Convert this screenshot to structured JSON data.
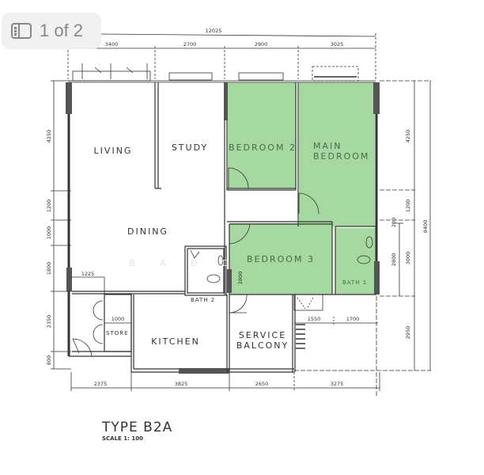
{
  "pager": {
    "icon": "sidebar-icon",
    "label": "1 of 2"
  },
  "plan": {
    "title": "TYPE B2A",
    "scale": "SCALE 1: 100",
    "watermark": "B A D D",
    "highlight_color": "#a6d9a0",
    "rooms": {
      "living": "LIVING",
      "study": "STUDY",
      "bedroom2": "BEDROOM 2",
      "main_bedroom_1": "MAIN",
      "main_bedroom_2": "BEDROOM",
      "dining": "DINING",
      "bedroom3": "BEDROOM 3",
      "bath1": "BATH 1",
      "bath2": "BATH 2",
      "store": "STORE",
      "kitchen": "KITCHEN",
      "service_balcony_1": "SERVICE",
      "service_balcony_2": "BALCONY"
    },
    "dimensions": {
      "top_total": "12025",
      "top": [
        "3400",
        "2700",
        "2900",
        "3025"
      ],
      "bottom": [
        "2375",
        "3825",
        "2650",
        "3275"
      ],
      "left": [
        "4250",
        "1200",
        "1000",
        "1800",
        "2350",
        "800"
      ],
      "right_inner": [
        "4250",
        "1200",
        "3000",
        "2950"
      ],
      "right_small": [
        "200",
        "2800"
      ],
      "right_total": "8400",
      "interior": {
        "dining_store": "1225",
        "store_width": "1000",
        "bath2_side": "2800",
        "balcony_left": "1550",
        "balcony_right": "1700"
      }
    }
  }
}
